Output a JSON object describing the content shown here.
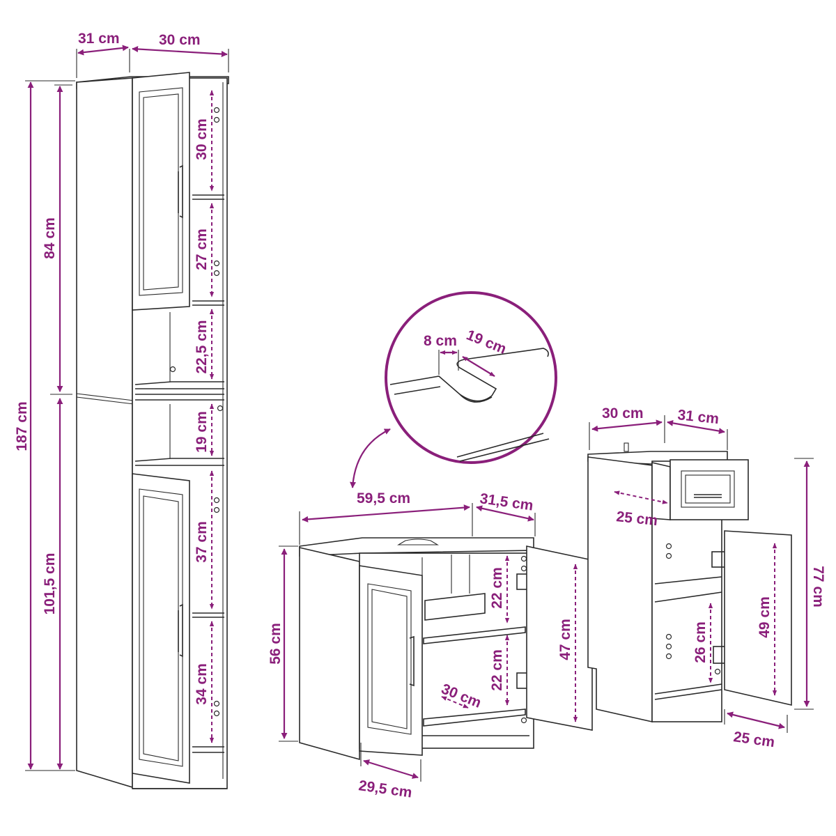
{
  "colors": {
    "dimension": "#8a1f7a",
    "outline": "#2a2a2a",
    "background": "#ffffff"
  },
  "tall_cabinet": {
    "depth": "31 cm",
    "width": "30 cm",
    "total_height": "187 cm",
    "upper_height": "84 cm",
    "lower_height": "101,5 cm",
    "shelf_1": "30 cm",
    "shelf_2": "27 cm",
    "shelf_3": "22,5 cm",
    "shelf_4": "19 cm",
    "shelf_5": "37 cm",
    "shelf_6": "34 cm"
  },
  "sink_detail": {
    "notch_width": "8 cm",
    "notch_depth": "19 cm"
  },
  "sink_cabinet": {
    "width": "59,5 cm",
    "depth": "31,5 cm",
    "height": "56 cm",
    "shelf_upper": "22 cm",
    "shelf_lower": "22 cm",
    "door_height": "47 cm",
    "inner_depth": "30 cm",
    "base_depth": "29,5 cm"
  },
  "side_cabinet": {
    "width": "30 cm",
    "depth": "31 cm",
    "drawer_depth": "25 cm",
    "height": "77 cm",
    "door_height": "49 cm",
    "shelf": "26 cm",
    "base_depth": "25 cm"
  }
}
